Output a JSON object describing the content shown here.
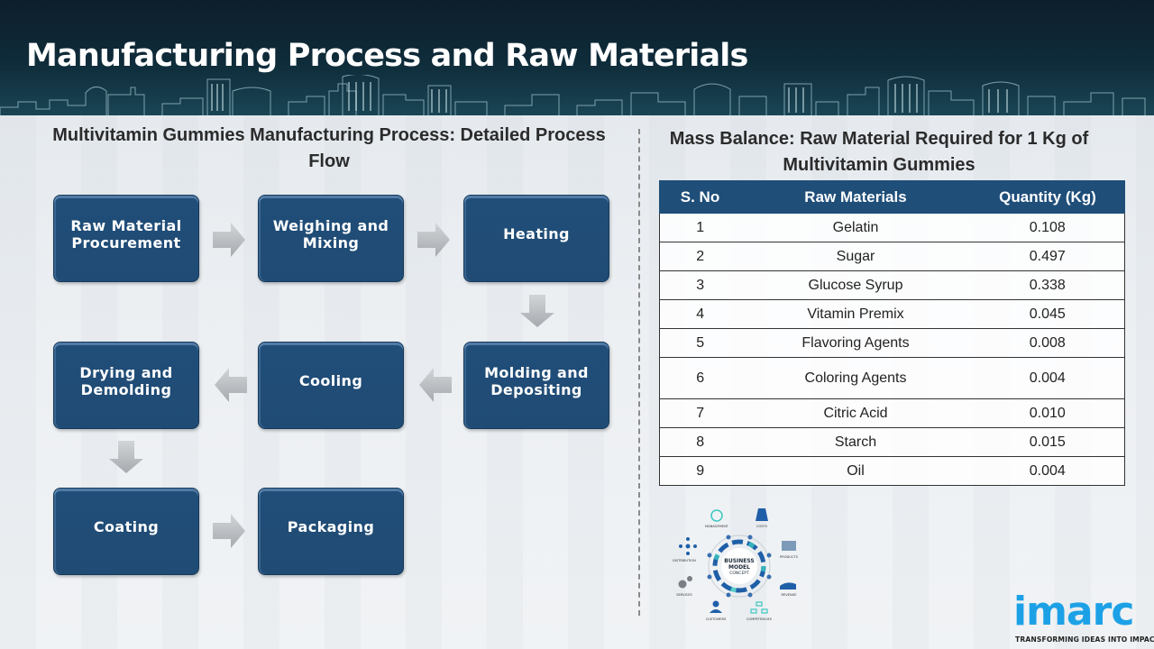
{
  "header": {
    "title": "Manufacturing Process and Raw Materials"
  },
  "process_flow": {
    "title": "Multivitamin Gummies Manufacturing Process: Detailed Process Flow",
    "steps": [
      {
        "label": "Raw Material Procurement"
      },
      {
        "label": "Weighing and Mixing"
      },
      {
        "label": "Heating"
      },
      {
        "label": "Molding and Depositing"
      },
      {
        "label": "Cooling"
      },
      {
        "label": "Drying and Demolding"
      },
      {
        "label": "Coating"
      },
      {
        "label": "Packaging"
      }
    ],
    "step_color": "#1f4b74",
    "arrow_color": "#b0b4b8"
  },
  "mass_balance": {
    "title": "Mass Balance: Raw Material Required for 1 Kg of Multivitamin Gummies",
    "columns": [
      "S. No",
      "Raw Materials",
      "Quantity  (Kg)"
    ],
    "rows": [
      {
        "sno": "1",
        "material": "Gelatin",
        "qty": "0.108"
      },
      {
        "sno": "2",
        "material": "Sugar",
        "qty": "0.497"
      },
      {
        "sno": "3",
        "material": "Glucose Syrup",
        "qty": "0.338"
      },
      {
        "sno": "4",
        "material": "Vitamin Premix",
        "qty": "0.045"
      },
      {
        "sno": "5",
        "material": "Flavoring Agents",
        "qty": "0.008"
      },
      {
        "sno": "6",
        "material": "Coloring Agents",
        "qty": "0.004"
      },
      {
        "sno": "7",
        "material": "Citric Acid",
        "qty": "0.010"
      },
      {
        "sno": "8",
        "material": "Starch",
        "qty": "0.015"
      },
      {
        "sno": "9",
        "material": "Oil",
        "qty": "0.004"
      }
    ],
    "header_color": "#1f4e79"
  },
  "business_model": {
    "center_line1": "BUSINESS",
    "center_line2": "MODEL",
    "center_line3": "CONCEPT",
    "labels": [
      "MANAGEMENT",
      "COSTS",
      "PRODUCTS",
      "REVENUE",
      "COMPETENCIES",
      "CUSTOMERS",
      "SERVICES",
      "DISTRIBUTION"
    ]
  },
  "logo": {
    "word": "imarc",
    "tagline": "TRANSFORMING IDEAS INTO IMPACT",
    "color": "#1da1e6"
  }
}
